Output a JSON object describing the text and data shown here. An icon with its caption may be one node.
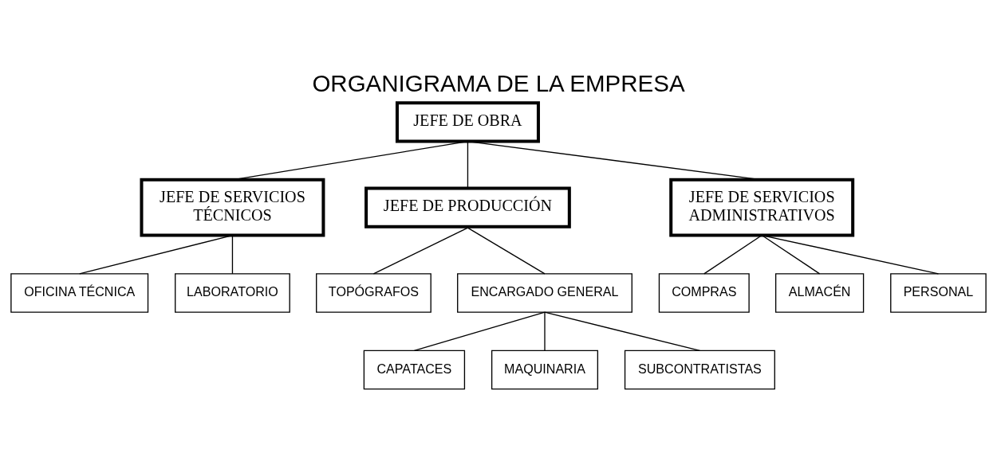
{
  "diagram": {
    "title": "ORGANIGRAMA DE LA EMPRESA",
    "nodes": [
      {
        "text": [
          "JEFE DE OBRA"
        ]
      },
      {
        "text": [
          "JEFE DE SERVICIOS TÉCNICOS"
        ]
      },
      {
        "text": [
          "JEFE DE PRODUCCIÓN"
        ]
      },
      {
        "text": [
          "JEFE DE SERVICIOS ADMINISTRATIVOS"
        ]
      },
      {
        "text": [
          "OFICINA TÉCNICA"
        ]
      },
      {
        "text": [
          "LABORATORIO"
        ]
      },
      {
        "text": [
          "TOPÓGRAFOS"
        ]
      },
      {
        "text": [
          "ENCARGADO GENERAL"
        ]
      },
      {
        "text": [
          "COMPRAS"
        ]
      },
      {
        "text": [
          "ALMACÉN"
        ]
      },
      {
        "text": [
          "PERSONAL"
        ]
      },
      {
        "text": [
          "CAPATACES"
        ]
      },
      {
        "text": [
          "MAQUINARIA"
        ]
      },
      {
        "text": [
          "SUBCONTRATISTAS"
        ]
      }
    ],
    "edges": [
      {
        "from": 0,
        "to": 1,
        "arrow": "none"
      },
      {
        "from": 0,
        "to": 2,
        "arrow": "none"
      },
      {
        "from": 0,
        "to": 3,
        "arrow": "none"
      },
      {
        "from": 1,
        "to": 4,
        "arrow": "none"
      },
      {
        "from": 1,
        "to": 5,
        "arrow": "none"
      },
      {
        "from": 2,
        "to": 6,
        "arrow": "none"
      },
      {
        "from": 2,
        "to": 7,
        "arrow": "none"
      },
      {
        "from": 3,
        "to": 8,
        "arrow": "none"
      },
      {
        "from": 3,
        "to": 9,
        "arrow": "none"
      },
      {
        "from": 3,
        "to": 10,
        "arrow": "none"
      },
      {
        "from": 7,
        "to": 11,
        "arrow": "none"
      },
      {
        "from": 7,
        "to": 12,
        "arrow": "none"
      },
      {
        "from": 7,
        "to": 13,
        "arrow": "none"
      }
    ]
  }
}
